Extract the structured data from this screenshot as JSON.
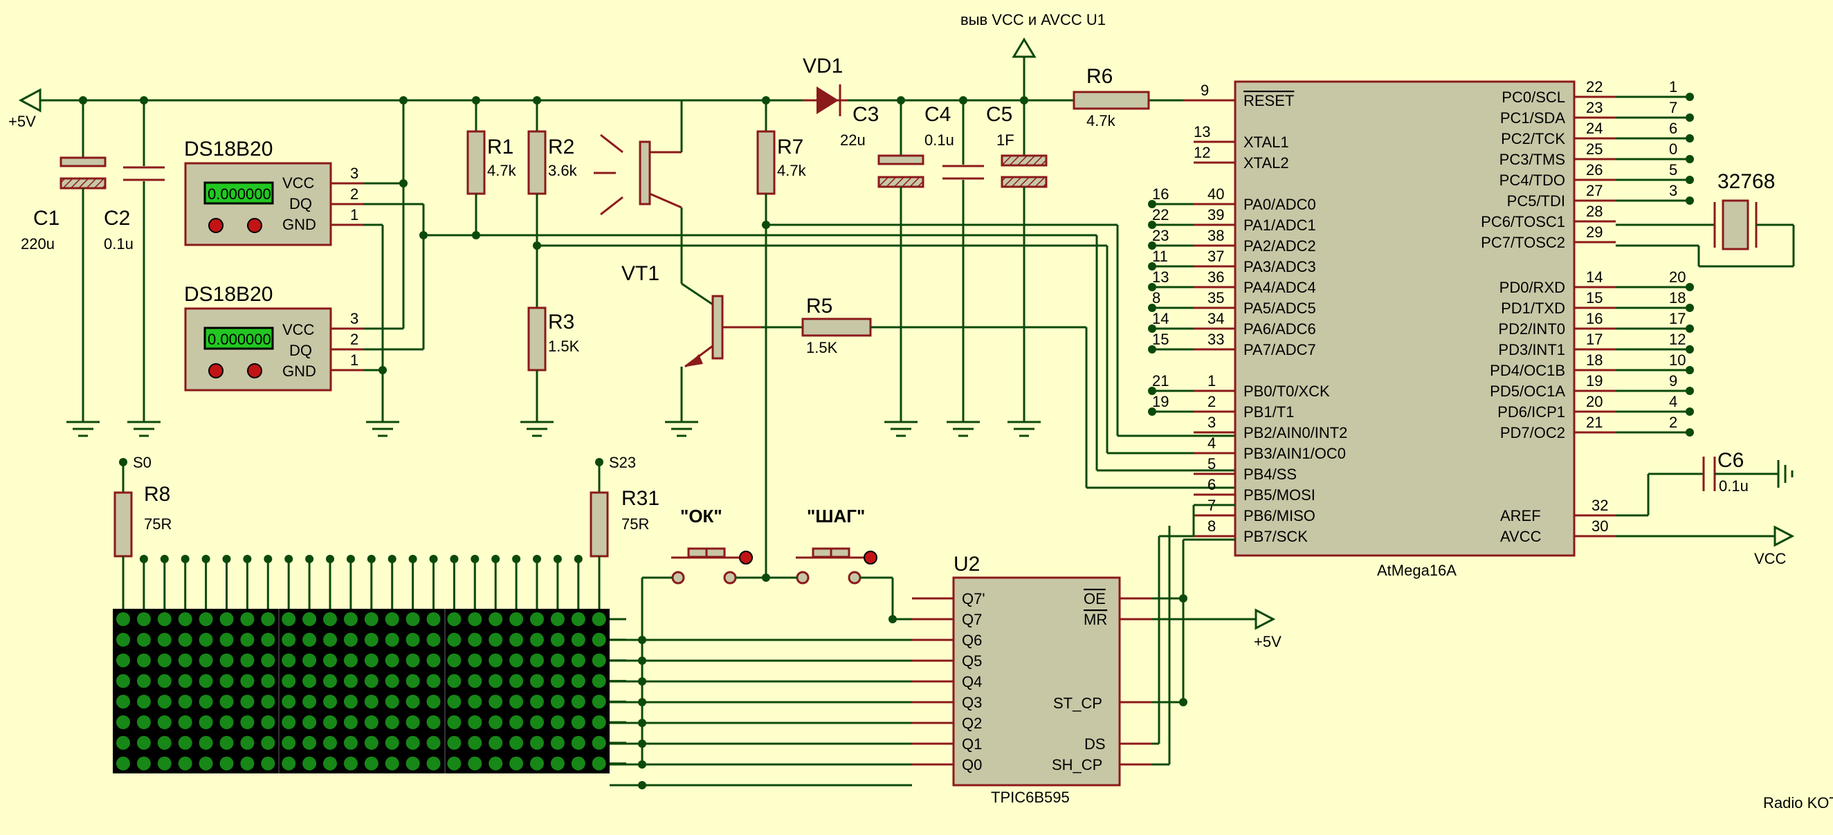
{
  "labels": {
    "plus5v_left": "+5V",
    "vcc_note": "выв VCC и AVCC  U1",
    "c1": "C1",
    "c1_val": "220u",
    "c2": "C2",
    "c2_val": "0.1u",
    "ds_a": "DS18B20",
    "ds_b": "DS18B20",
    "ds_display": "0.000000",
    "ds_pin_vcc": "VCC",
    "ds_pin_dq": "DQ",
    "ds_pin_gnd": "GND",
    "ds_pin_3": "3",
    "ds_pin_2": "2",
    "ds_pin_1": "1",
    "r1": "R1",
    "r1_val": "4.7k",
    "r2": "R2",
    "r2_val": "3.6k",
    "r3": "R3",
    "r3_val": "1.5K",
    "vt1": "VT1",
    "r5": "R5",
    "r5_val": "1.5K",
    "vd1": "VD1",
    "r7": "R7",
    "r7_val": "4.7k",
    "c3": "C3",
    "c3_val": "22u",
    "c4": "C4",
    "c4_val": "0.1u",
    "c5": "C5",
    "c5_val": "1F",
    "r6": "R6",
    "r6_val": "4.7k",
    "r8": "R8",
    "r8_val": "75R",
    "s0": "S0",
    "r31": "R31",
    "r31_val": "75R",
    "s23": "S23",
    "btn_ok": "\"ОК\"",
    "btn_step": "\"ШАГ\"",
    "u2": "U2",
    "u2_part": "TPIC6B595",
    "u2_oe": "OE",
    "u2_mr": "MR",
    "u2_stcp": "ST_CP",
    "u2_ds": "DS",
    "u2_shcp": "SH_CP",
    "plus5v_u2": "+5V",
    "mcu_part": "AtMega16A",
    "crystal": "32768",
    "c6": "C6",
    "c6_val": "0.1u",
    "vcc_out": "VCC",
    "watermark": "Radio KOT"
  },
  "mcu": {
    "reset": {
      "num": "9",
      "name": "RESET"
    },
    "xtal": [
      {
        "num": "13",
        "name": "XTAL1"
      },
      {
        "num": "12",
        "name": "XTAL2"
      }
    ],
    "port_a": [
      {
        "net": "16",
        "num": "40",
        "name": "PA0/ADC0"
      },
      {
        "net": "22",
        "num": "39",
        "name": "PA1/ADC1"
      },
      {
        "net": "23",
        "num": "38",
        "name": "PA2/ADC2"
      },
      {
        "net": "11",
        "num": "37",
        "name": "PA3/ADC3"
      },
      {
        "net": "13",
        "num": "36",
        "name": "PA4/ADC4"
      },
      {
        "net": "8",
        "num": "35",
        "name": "PA5/ADC5"
      },
      {
        "net": "14",
        "num": "34",
        "name": "PA6/ADC6"
      },
      {
        "net": "15",
        "num": "33",
        "name": "PA7/ADC7"
      }
    ],
    "port_b": [
      {
        "net": "21",
        "num": "1",
        "name": "PB0/T0/XCK"
      },
      {
        "net": "19",
        "num": "2",
        "name": "PB1/T1"
      },
      {
        "net": "",
        "num": "3",
        "name": "PB2/AIN0/INT2"
      },
      {
        "net": "",
        "num": "4",
        "name": "PB3/AIN1/OC0"
      },
      {
        "net": "",
        "num": "5",
        "name": "PB4/SS"
      },
      {
        "net": "",
        "num": "6",
        "name": "PB5/MOSI"
      },
      {
        "net": "",
        "num": "7",
        "name": "PB6/MISO"
      },
      {
        "net": "",
        "num": "8",
        "name": "PB7/SCK"
      }
    ],
    "port_c": [
      {
        "num": "22",
        "net": "1",
        "name": "PC0/SCL"
      },
      {
        "num": "23",
        "net": "7",
        "name": "PC1/SDA"
      },
      {
        "num": "24",
        "net": "6",
        "name": "PC2/TCK"
      },
      {
        "num": "25",
        "net": "0",
        "name": "PC3/TMS"
      },
      {
        "num": "26",
        "net": "5",
        "name": "PC4/TDO"
      },
      {
        "num": "27",
        "net": "3",
        "name": "PC5/TDI"
      },
      {
        "num": "28",
        "net": "",
        "name": "PC6/TOSC1"
      },
      {
        "num": "29",
        "net": "",
        "name": "PC7/TOSC2"
      }
    ],
    "port_d": [
      {
        "num": "14",
        "net": "20",
        "name": "PD0/RXD"
      },
      {
        "num": "15",
        "net": "18",
        "name": "PD1/TXD"
      },
      {
        "num": "16",
        "net": "17",
        "name": "PD2/INT0"
      },
      {
        "num": "17",
        "net": "12",
        "name": "PD3/INT1"
      },
      {
        "num": "18",
        "net": "10",
        "name": "PD4/OC1B"
      },
      {
        "num": "19",
        "net": "9",
        "name": "PD5/OC1A"
      },
      {
        "num": "20",
        "net": "4",
        "name": "PD6/ICP1"
      },
      {
        "num": "21",
        "net": "2",
        "name": "PD7/OC2"
      }
    ],
    "aref": {
      "num": "32",
      "name": "AREF"
    },
    "avcc": {
      "num": "30",
      "name": "AVCC"
    }
  },
  "u2_outputs": [
    "Q7'",
    "Q7",
    "Q6",
    "Q5",
    "Q4",
    "Q3",
    "Q2",
    "Q1",
    "Q0"
  ],
  "colors": {
    "background": "#FFFFCC",
    "wire": "#0B4A0B",
    "component_outline": "#8B1A1A",
    "component_fill": "#C7C7A6",
    "led_matrix": "#000000",
    "led_dot": "#178717",
    "sensor_display": "#22C722"
  }
}
